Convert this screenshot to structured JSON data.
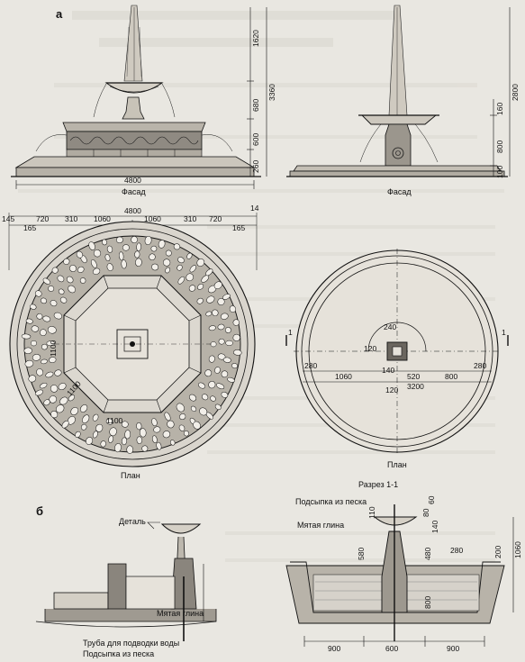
{
  "sheet": {
    "section_a": "а",
    "section_b": "б"
  },
  "facade_left": {
    "caption": "Фасад",
    "dims_vertical": [
      "1620",
      "3360",
      "680",
      "600",
      "260"
    ],
    "dim_width": "4800"
  },
  "facade_right": {
    "caption": "Фасад",
    "dims_vertical": [
      "2800",
      "160",
      "800",
      "100"
    ]
  },
  "plan_left": {
    "caption": "План",
    "dim_total": "4800",
    "dims_top": [
      "145",
      "720",
      "310",
      "1060",
      "1060",
      "310",
      "720",
      "14"
    ],
    "dims_sub": [
      "165",
      "165"
    ],
    "dim_inner": [
      "1100",
      "1100",
      "1100"
    ]
  },
  "plan_right": {
    "caption": "План",
    "section_mark": "1",
    "dims": [
      "240",
      "120",
      "280",
      "1060",
      "140",
      "520",
      "800",
      "280",
      "120",
      "3200"
    ]
  },
  "detail_b": {
    "title": "Деталь",
    "label_clay": "Мятая глина",
    "label_pipe": "Труба для подводки воды",
    "label_sand": "Подсыпка из песка"
  },
  "section_1_1": {
    "title": "Разрез 1-1",
    "label_sand": "Подсыпка из песка",
    "label_clay": "Мятая глина",
    "dims_top": [
      "110",
      "80",
      "60",
      "140"
    ],
    "dims_side": [
      "580",
      "480",
      "280",
      "200",
      "1060",
      "800"
    ],
    "dims_bottom": [
      "900",
      "600",
      "900"
    ]
  }
}
